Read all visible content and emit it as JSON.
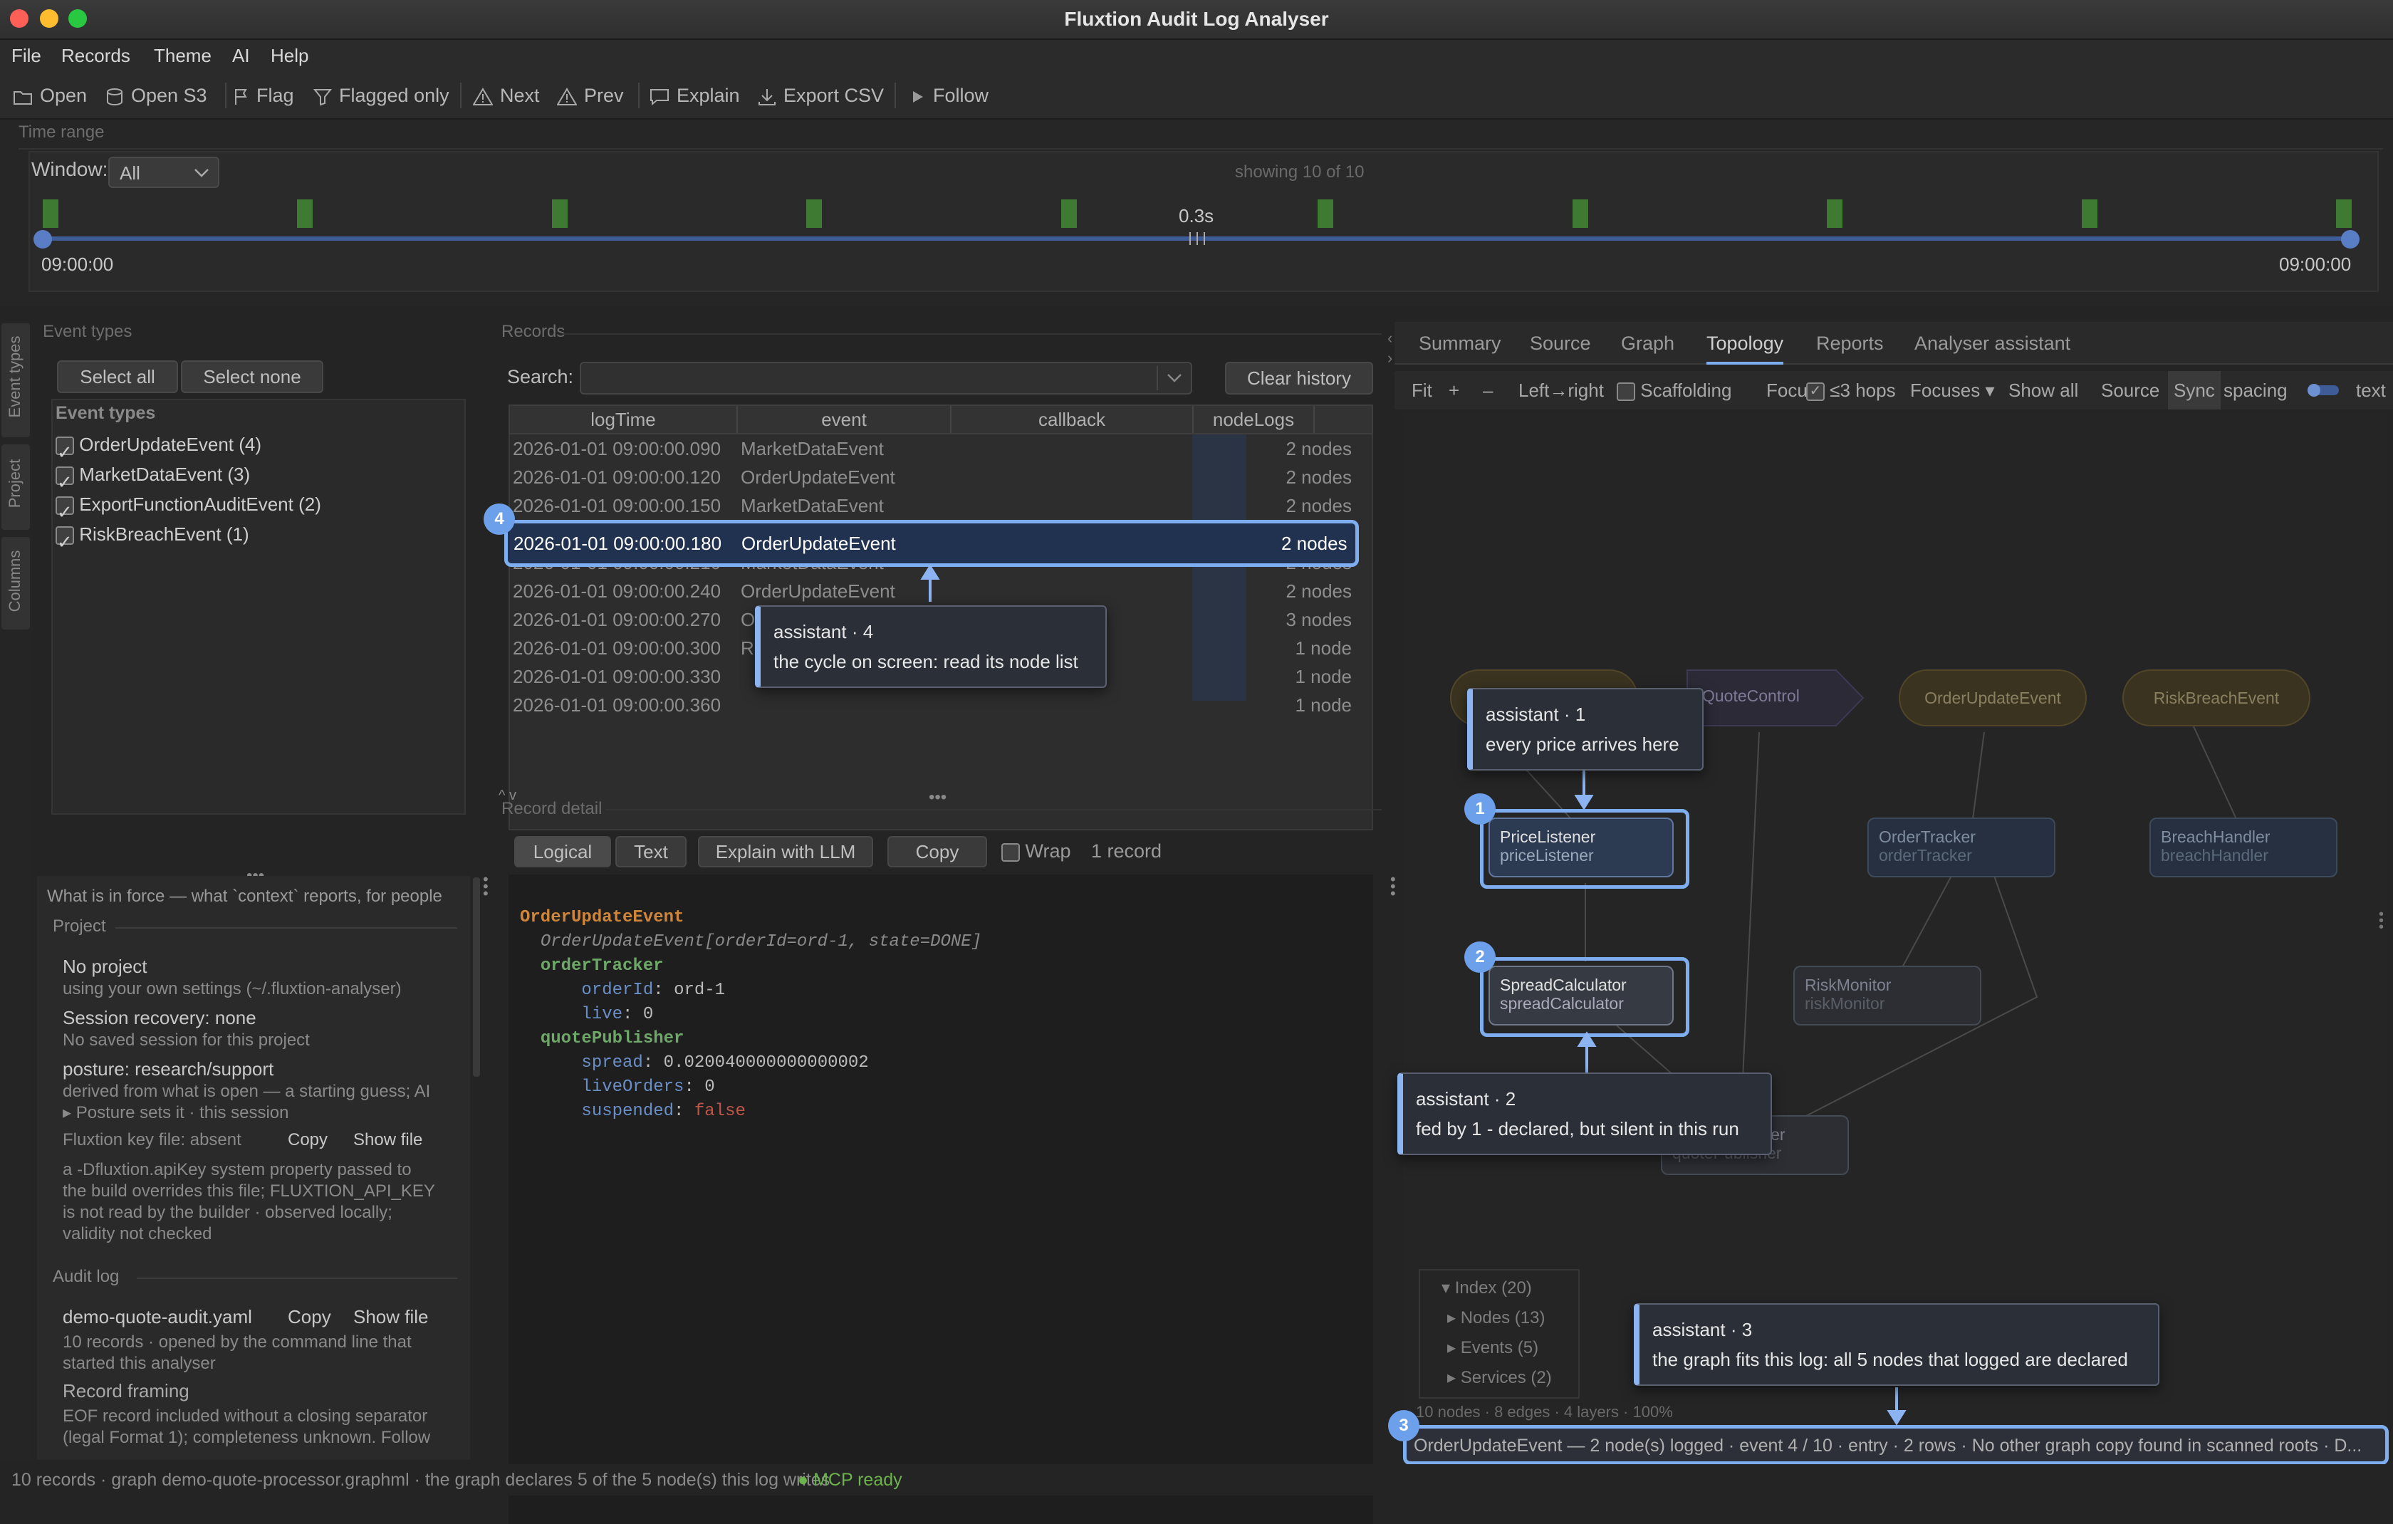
{
  "window": {
    "title": "Fluxtion Audit Log Analyser"
  },
  "menu": [
    "File",
    "Records",
    "Theme",
    "AI",
    "Help"
  ],
  "toolbar": {
    "open": "Open",
    "open_s3": "Open S3",
    "flag": "Flag",
    "flagged_only": "Flagged only",
    "next": "Next",
    "prev": "Prev",
    "explain": "Explain",
    "export_csv": "Export CSV",
    "follow": "Follow"
  },
  "time_range": {
    "section": "Time range",
    "window_label": "Window:",
    "window_value": "All",
    "showing": "showing 10 of 10",
    "span": "0.3s",
    "start": "09:00:00",
    "end": "09:00:00",
    "ticks": [
      0,
      0.111,
      0.222,
      0.333,
      0.444,
      0.556,
      0.667,
      0.778,
      0.889,
      1.0
    ]
  },
  "side_tabs": [
    "Event types",
    "Project",
    "Columns"
  ],
  "event_types": {
    "section": "Event types",
    "select_all": "Select all",
    "select_none": "Select none",
    "header": "Event types",
    "items": [
      {
        "name": "OrderUpdateEvent",
        "count": "(4)"
      },
      {
        "name": "MarketDataEvent",
        "count": "(3)"
      },
      {
        "name": "ExportFunctionAuditEvent",
        "count": "(2)"
      },
      {
        "name": "RiskBreachEvent",
        "count": "(1)"
      }
    ]
  },
  "context": {
    "heading": "What is in force — what `context` reports, for people",
    "project_section": "Project",
    "no_project": "No project",
    "no_project_sub": "using your own settings (~/.fluxtion-analyser)",
    "session": "Session recovery: none",
    "session_sub": "No saved session for this project",
    "posture": "posture: research/support",
    "posture_sub": "derived from what is open — a starting guess; AI",
    "posture_sets": "Posture sets it  ·  this session",
    "key_file": "Fluxtion key file: absent",
    "copy": "Copy",
    "show_file": "Show file",
    "key_desc": [
      "a -Dfluxtion.apiKey system property passed to",
      "the build overrides this file; FLUXTION_API_KEY",
      "is not read by the builder  ·  observed locally;",
      "validity not checked"
    ],
    "audit_section": "Audit log",
    "audit_file": "demo-quote-audit.yaml",
    "audit_desc": [
      "10 records  ·  opened by the command line that",
      "started this analyser"
    ],
    "framing": "Record framing",
    "framing_desc": [
      "EOF record included without a closing separator",
      "(legal Format 1); completeness unknown. Follow"
    ]
  },
  "records": {
    "section": "Records",
    "search_label": "Search:",
    "clear_history": "Clear history",
    "columns": [
      "logTime",
      "event",
      "callback",
      "nodeLogs"
    ],
    "rows": [
      {
        "time": "2026-01-01 09:00:00.090",
        "event": "MarketDataEvent",
        "nodes": "2 nodes"
      },
      {
        "time": "2026-01-01 09:00:00.120",
        "event": "OrderUpdateEvent",
        "nodes": "2 nodes"
      },
      {
        "time": "2026-01-01 09:00:00.150",
        "event": "MarketDataEvent",
        "nodes": "2 nodes"
      },
      {
        "time": "2026-01-01 09:00:00.180",
        "event": "OrderUpdateEvent",
        "nodes": "2 nodes"
      },
      {
        "time": "2026-01-01 09:00:00.210",
        "event": "MarketDataEvent",
        "nodes": "2 nodes"
      },
      {
        "time": "2026-01-01 09:00:00.240",
        "event": "OrderUpdateEvent",
        "nodes": "2 nodes"
      },
      {
        "time": "2026-01-01 09:00:00.270",
        "event": "OrderUpdateEvent",
        "nodes": "3 nodes"
      },
      {
        "time": "2026-01-01 09:00:00.300",
        "event": "RiskBreachEvent",
        "nodes": "1 node"
      },
      {
        "time": "2026-01-01 09:00:00.330",
        "event": "",
        "nodes": "1 node"
      },
      {
        "time": "2026-01-01 09:00:00.360",
        "event": "",
        "nodes": "1 node"
      }
    ]
  },
  "detail": {
    "section": "Record detail",
    "logical": "Logical",
    "text": "Text",
    "explain": "Explain with LLM",
    "copy": "Copy",
    "wrap": "Wrap",
    "count": "1 record",
    "lines": {
      "l1": "OrderUpdateEvent",
      "l2": "OrderUpdateEvent[orderId=ord-1, state=DONE]",
      "l3": "orderTracker",
      "l4k": "orderId",
      "l4v": "ord-1",
      "l5k": "live",
      "l5v": "0",
      "l6": "quotePublisher",
      "l7k": "spread",
      "l7v": "0.020040000000000002",
      "l8k": "liveOrders",
      "l8v": "0",
      "l9k": "suspended",
      "l9v": "false"
    }
  },
  "right_tabs": [
    "Summary",
    "Source",
    "Graph",
    "Topology",
    "Reports",
    "Analyser assistant"
  ],
  "graph_toolbar": {
    "fit": "Fit",
    "plus": "+",
    "minus": "–",
    "direction": "Left→right",
    "scaffolding": "Scaffolding",
    "focus": "Focus",
    "hops": "≤3 hops",
    "focuses": "Focuses",
    "show_all": "Show all",
    "source": "Source",
    "sync": "Sync",
    "spacing": "spacing",
    "text": "text"
  },
  "graph": {
    "events": [
      "MarketDataEvent",
      "QuoteControl",
      "OrderUpdateEvent",
      "RiskBreachEvent"
    ],
    "nodes": [
      {
        "title": "PriceListener",
        "id": "priceListener"
      },
      {
        "title": "SpreadCalculator",
        "id": "spreadCalculator"
      },
      {
        "title": "OrderTracker",
        "id": "orderTracker"
      },
      {
        "title": "BreachHandler",
        "id": "breachHandler"
      },
      {
        "title": "RiskMonitor",
        "id": "riskMonitor"
      },
      {
        "title": "QuotePublisher",
        "id": "quotePublisher"
      }
    ],
    "tree": [
      "Index  (20)",
      "Nodes  (13)",
      "Events  (5)",
      "Services  (2)"
    ],
    "stats": "10 nodes · 8 edges · 4 layers · 100%"
  },
  "detail_bar": "OrderUpdateEvent — 2 node(s) logged  ·  event 4 / 10  ·  entry  ·  2 rows  ·  No other graph copy found in scanned roots  ·  D...",
  "callouts": [
    {
      "title": "assistant · 1",
      "text": "every price arrives here"
    },
    {
      "title": "assistant · 2",
      "text": "fed by 1 - declared, but silent in this run"
    },
    {
      "title": "assistant · 3",
      "text": "the graph fits this log: all 5 nodes that logged are declared"
    },
    {
      "title": "assistant · 4",
      "text": "the cycle on screen: read its node list"
    }
  ],
  "badges": [
    "1",
    "2",
    "3",
    "4"
  ],
  "status": {
    "text": "10 records · graph demo-quote-processor.graphml · the graph declares 5 of the 5 node(s) this log writes",
    "mcp": "MCP ready"
  },
  "colors": {
    "accent": "#7eaef0",
    "green": "#4e8c3a",
    "event_node": "#3a3320"
  }
}
